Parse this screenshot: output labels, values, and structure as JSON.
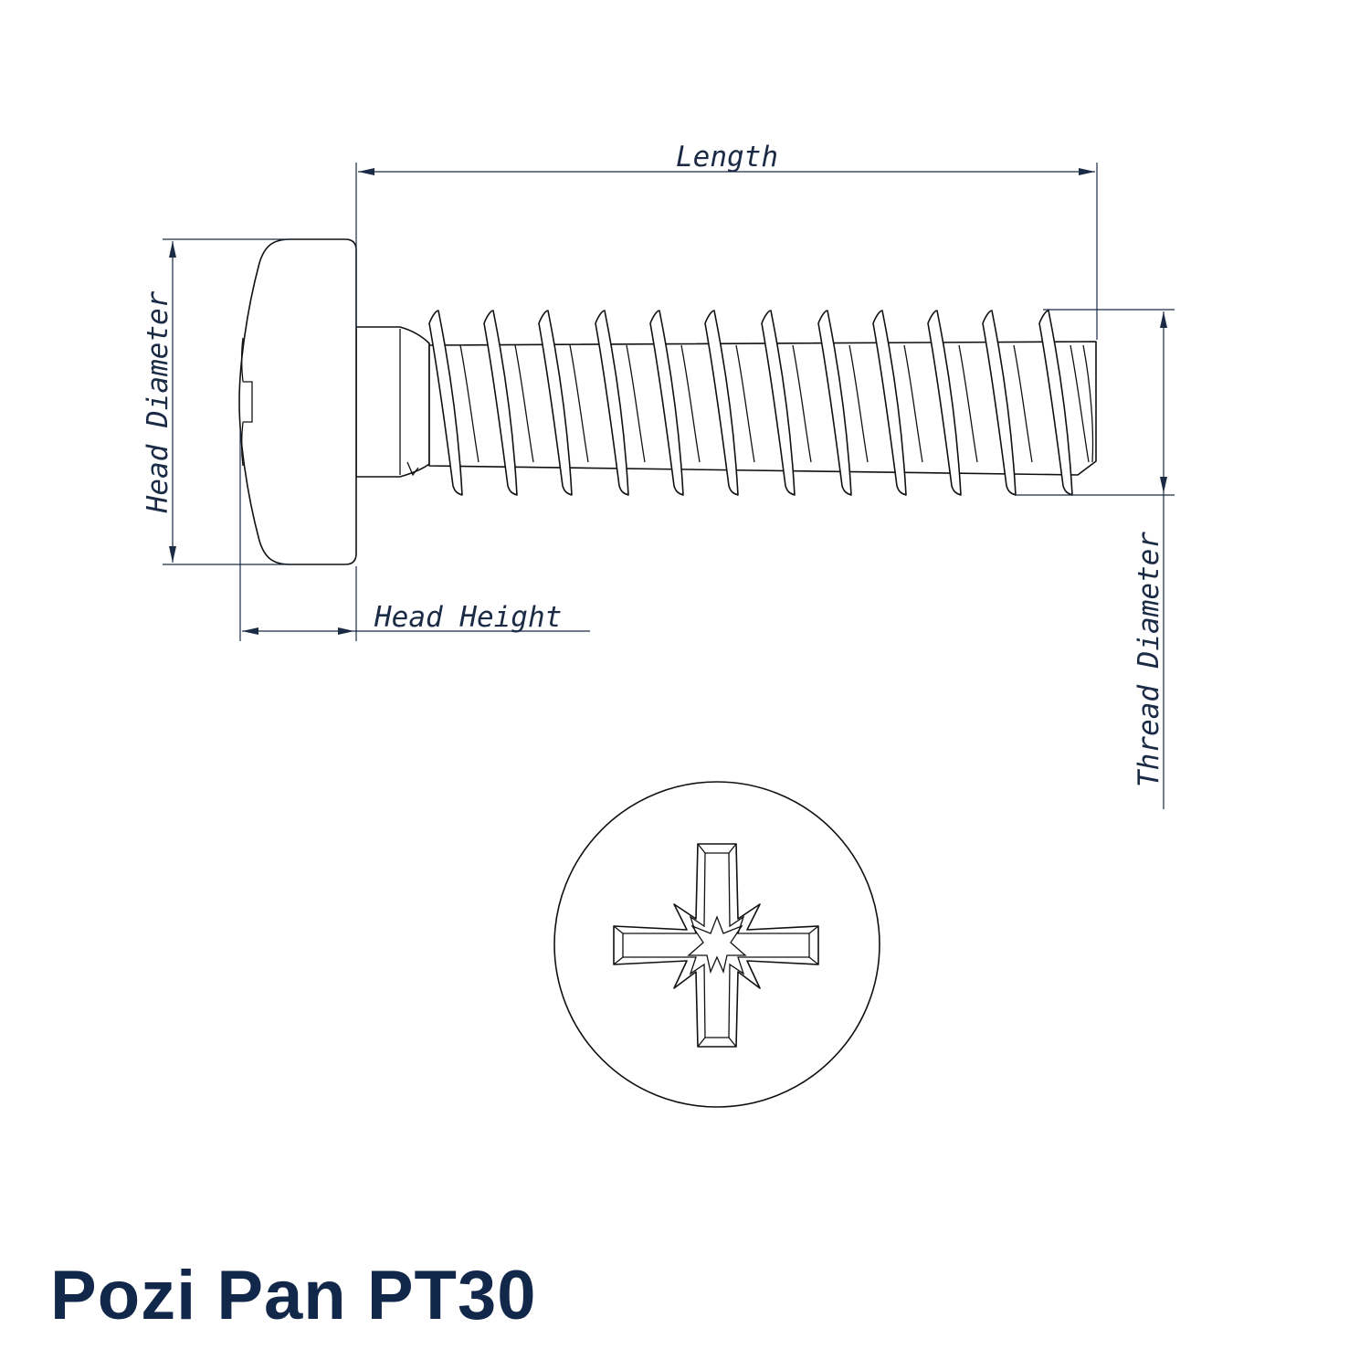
{
  "title": "Pozi Pan PT30",
  "dimensions": {
    "length": "Length",
    "head_diameter": "Head Diameter",
    "head_height": "Head Height",
    "thread_diameter": "Thread Diameter"
  },
  "colors": {
    "dimension": "#1b2b45",
    "title": "#12284a",
    "outline": "#111111"
  }
}
